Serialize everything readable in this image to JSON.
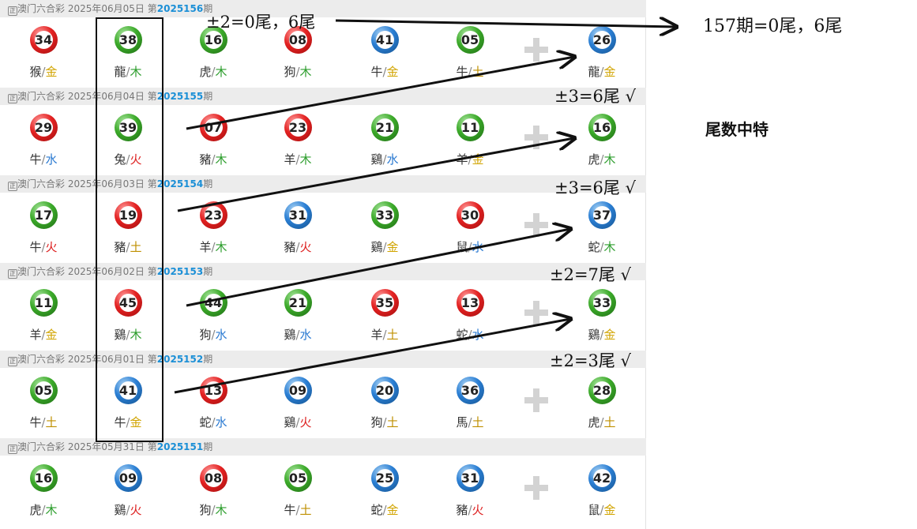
{
  "source_label": "澳门六合彩",
  "source_icon": "正",
  "period_prefix": "第",
  "period_suffix": "期",
  "draws": [
    {
      "date": "2025年06月05日",
      "period": "2025156",
      "balls": [
        {
          "num": "34",
          "color": "red",
          "zodiac": "猴",
          "element": "金"
        },
        {
          "num": "38",
          "color": "green",
          "zodiac": "龍",
          "element": "木"
        },
        {
          "num": "16",
          "color": "green",
          "zodiac": "虎",
          "element": "木"
        },
        {
          "num": "08",
          "color": "red",
          "zodiac": "狗",
          "element": "木"
        },
        {
          "num": "41",
          "color": "blue",
          "zodiac": "牛",
          "element": "金"
        },
        {
          "num": "05",
          "color": "green",
          "zodiac": "牛",
          "element": "土"
        },
        {
          "num": "26",
          "color": "blue",
          "zodiac": "龍",
          "element": "金"
        }
      ]
    },
    {
      "date": "2025年06月04日",
      "period": "2025155",
      "balls": [
        {
          "num": "29",
          "color": "red",
          "zodiac": "牛",
          "element": "水"
        },
        {
          "num": "39",
          "color": "green",
          "zodiac": "兔",
          "element": "火"
        },
        {
          "num": "07",
          "color": "red",
          "zodiac": "豬",
          "element": "木"
        },
        {
          "num": "23",
          "color": "red",
          "zodiac": "羊",
          "element": "木"
        },
        {
          "num": "21",
          "color": "green",
          "zodiac": "鷄",
          "element": "水"
        },
        {
          "num": "11",
          "color": "green",
          "zodiac": "羊",
          "element": "金"
        },
        {
          "num": "16",
          "color": "green",
          "zodiac": "虎",
          "element": "木"
        }
      ]
    },
    {
      "date": "2025年06月03日",
      "period": "2025154",
      "balls": [
        {
          "num": "17",
          "color": "green",
          "zodiac": "牛",
          "element": "火"
        },
        {
          "num": "19",
          "color": "red",
          "zodiac": "豬",
          "element": "土"
        },
        {
          "num": "23",
          "color": "red",
          "zodiac": "羊",
          "element": "木"
        },
        {
          "num": "31",
          "color": "blue",
          "zodiac": "豬",
          "element": "火"
        },
        {
          "num": "33",
          "color": "green",
          "zodiac": "鷄",
          "element": "金"
        },
        {
          "num": "30",
          "color": "red",
          "zodiac": "鼠",
          "element": "水"
        },
        {
          "num": "37",
          "color": "blue",
          "zodiac": "蛇",
          "element": "木"
        }
      ]
    },
    {
      "date": "2025年06月02日",
      "period": "2025153",
      "balls": [
        {
          "num": "11",
          "color": "green",
          "zodiac": "羊",
          "element": "金"
        },
        {
          "num": "45",
          "color": "red",
          "zodiac": "鷄",
          "element": "木"
        },
        {
          "num": "44",
          "color": "green",
          "zodiac": "狗",
          "element": "水"
        },
        {
          "num": "21",
          "color": "green",
          "zodiac": "鷄",
          "element": "水"
        },
        {
          "num": "35",
          "color": "red",
          "zodiac": "羊",
          "element": "土"
        },
        {
          "num": "13",
          "color": "red",
          "zodiac": "蛇",
          "element": "水"
        },
        {
          "num": "33",
          "color": "green",
          "zodiac": "鷄",
          "element": "金"
        }
      ]
    },
    {
      "date": "2025年06月01日",
      "period": "2025152",
      "balls": [
        {
          "num": "05",
          "color": "green",
          "zodiac": "牛",
          "element": "土"
        },
        {
          "num": "41",
          "color": "blue",
          "zodiac": "牛",
          "element": "金"
        },
        {
          "num": "13",
          "color": "red",
          "zodiac": "蛇",
          "element": "水"
        },
        {
          "num": "09",
          "color": "blue",
          "zodiac": "鷄",
          "element": "火"
        },
        {
          "num": "20",
          "color": "blue",
          "zodiac": "狗",
          "element": "土"
        },
        {
          "num": "36",
          "color": "blue",
          "zodiac": "馬",
          "element": "土"
        },
        {
          "num": "28",
          "color": "green",
          "zodiac": "虎",
          "element": "土"
        }
      ]
    },
    {
      "date": "2025年05月31日",
      "period": "2025151",
      "balls": [
        {
          "num": "16",
          "color": "green",
          "zodiac": "虎",
          "element": "木"
        },
        {
          "num": "09",
          "color": "blue",
          "zodiac": "鷄",
          "element": "火"
        },
        {
          "num": "08",
          "color": "red",
          "zodiac": "狗",
          "element": "木"
        },
        {
          "num": "05",
          "color": "green",
          "zodiac": "牛",
          "element": "土"
        },
        {
          "num": "25",
          "color": "blue",
          "zodiac": "蛇",
          "element": "金"
        },
        {
          "num": "31",
          "color": "blue",
          "zodiac": "豬",
          "element": "火"
        },
        {
          "num": "42",
          "color": "blue",
          "zodiac": "鼠",
          "element": "金"
        }
      ]
    }
  ],
  "annotations": {
    "top_note": "±2=0尾，6尾",
    "prediction": "157期=0尾，6尾",
    "note_1": "±3=6尾 √",
    "note_2": "±3=6尾 √",
    "note_3": "±2=7尾 √",
    "note_4": "±2=3尾 √",
    "side_note": "尾数中特"
  },
  "colors": {
    "red_ball": "#e32222",
    "green_ball": "#3caa2a",
    "blue_ball": "#2b7fd4",
    "period_number": "#1b8fd6",
    "header_bg": "#ececec",
    "element_gold": "#d1a400",
    "element_wood": "#2c9d2c",
    "element_water": "#2878d1",
    "element_fire": "#dd1e1e",
    "element_earth": "#bf8f00"
  },
  "icons": {
    "plus": "plus-icon",
    "source": "source-icon"
  }
}
